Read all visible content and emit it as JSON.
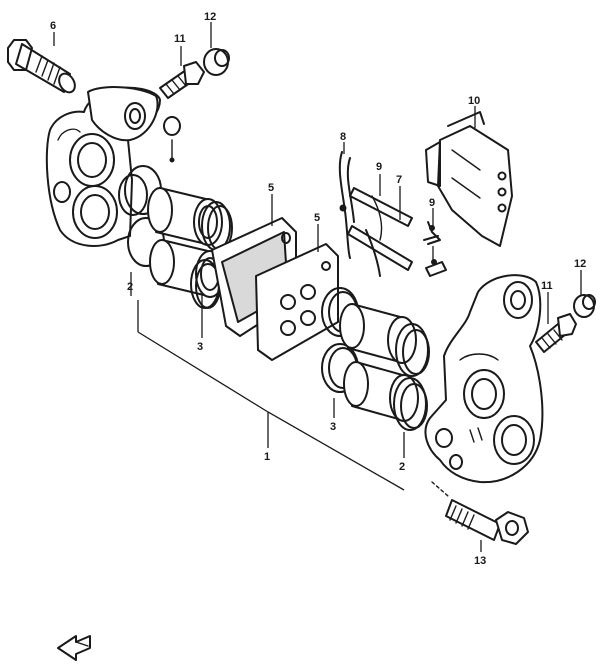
{
  "callouts": {
    "c6": "6",
    "c11a": "11",
    "c12a": "12",
    "c10": "10",
    "c8": "8",
    "c9a": "9",
    "c7": "7",
    "c9b": "9",
    "c5a": "5",
    "c5b": "5",
    "c2a": "2",
    "c3a": "3",
    "c3b": "3",
    "c2b": "2",
    "c1": "1",
    "c11b": "11",
    "c12b": "12",
    "c13": "13"
  },
  "icons": {
    "direction": "arrow-front-icon"
  },
  "colors": {
    "ink": "#1a1a1a",
    "paper": "#ffffff"
  }
}
